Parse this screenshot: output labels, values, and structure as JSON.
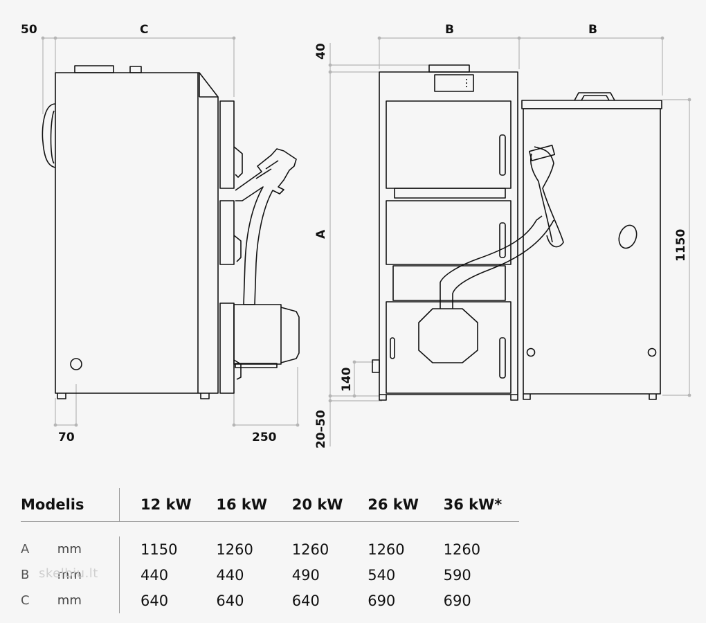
{
  "dimensions": {
    "side_top_left": "50",
    "side_top_width": "C",
    "side_bottom_left": "70",
    "side_bottom_right": "250",
    "front_top_width": "B",
    "rear_top_width": "B",
    "front_top_height": "40",
    "front_height": "A",
    "front_leg_height": "140",
    "front_foot_height": "20–50",
    "rear_height": "1150"
  },
  "table": {
    "header_label": "Modelis",
    "models": [
      "12 kW",
      "16 kW",
      "20 kW",
      "26 kW",
      "36 kW*"
    ],
    "rows": [
      {
        "param": "A",
        "unit": "mm",
        "values": [
          "1150",
          "1260",
          "1260",
          "1260",
          "1260"
        ]
      },
      {
        "param": "B",
        "unit": "mm",
        "values": [
          "440",
          "440",
          "490",
          "540",
          "590"
        ]
      },
      {
        "param": "C",
        "unit": "mm",
        "values": [
          "640",
          "640",
          "640",
          "690",
          "690"
        ]
      }
    ]
  },
  "watermark": "skelbiu.lt",
  "colors": {
    "line": "#111111",
    "dim_line": "#b5b5b5",
    "background": "#f6f6f6"
  }
}
